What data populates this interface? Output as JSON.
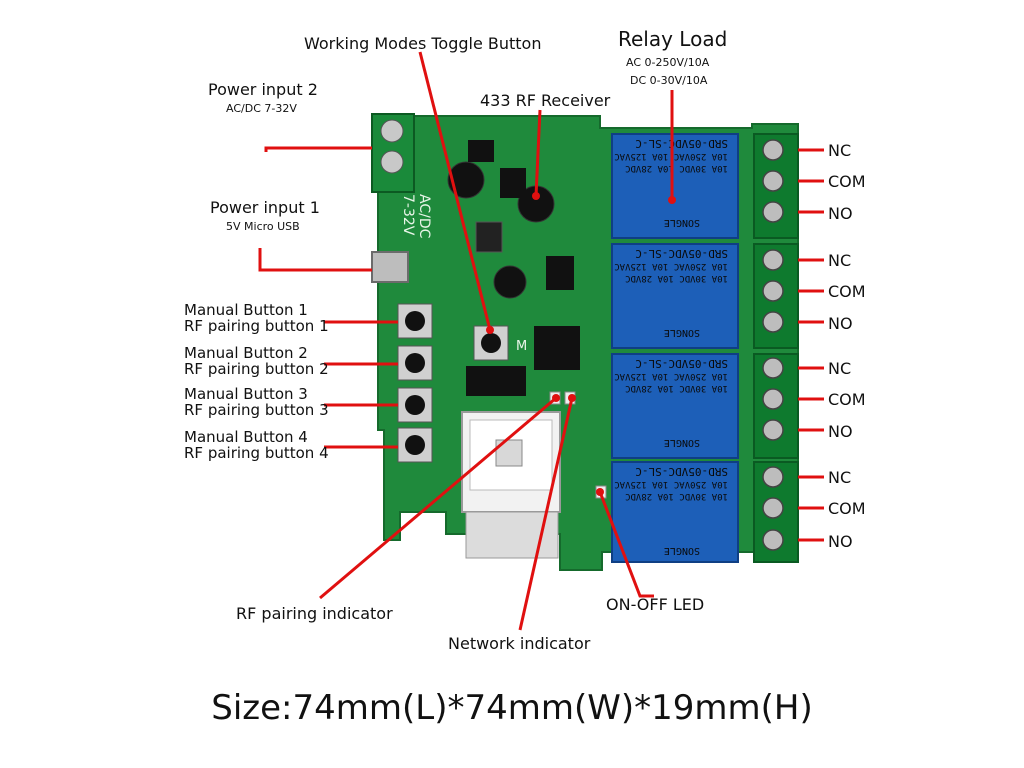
{
  "labels": {
    "working_mode": "Working Modes Toggle Button",
    "relay_load": "Relay Load",
    "relay_ac": "AC 0-250V/10A",
    "relay_dc": "DC 0-30V/10A",
    "rf_receiver": "433 RF Receiver",
    "power2_title": "Power input 2",
    "power2_sub": "AC/DC 7-32V",
    "power1_title": "Power input 1",
    "power1_sub": "5V Micro USB",
    "manual_buttons": [
      {
        "title": "Manual Button 1",
        "sub": "RF pairing button 1"
      },
      {
        "title": "Manual Button 2",
        "sub": "RF pairing button 2"
      },
      {
        "title": "Manual Button 3",
        "sub": "RF pairing button 3"
      },
      {
        "title": "Manual Button 4",
        "sub": "RF pairing button 4"
      }
    ],
    "rf_pairing_indicator": "RF pairing indicator",
    "network_indicator": "Network indicator",
    "onoff_led": "ON-OFF LED"
  },
  "terminals": [
    {
      "nc": "NC",
      "com": "COM",
      "no": "NO"
    },
    {
      "nc": "NC",
      "com": "COM",
      "no": "NO"
    },
    {
      "nc": "NC",
      "com": "COM",
      "no": "NO"
    },
    {
      "nc": "NC",
      "com": "COM",
      "no": "NO"
    }
  ],
  "board": {
    "relay_model": "SRD-05VDC-SL-C",
    "relay_brand": "SONGLE",
    "relay_line1": "10A 250VAC 10A 125VAC",
    "relay_line2": "10A 30VDC 10A 28VDC",
    "power_silk": "AC/DC",
    "power_silk2": "7-32V",
    "mode_silk": "M"
  },
  "size_caption": "Size:74mm(L)*74mm(W)*19mm(H)",
  "colors": {
    "pcb": "#1f8a3c",
    "relay": "#1d5fb8",
    "arrow": "#e01010",
    "terminal_block": "#0e7a2e"
  }
}
